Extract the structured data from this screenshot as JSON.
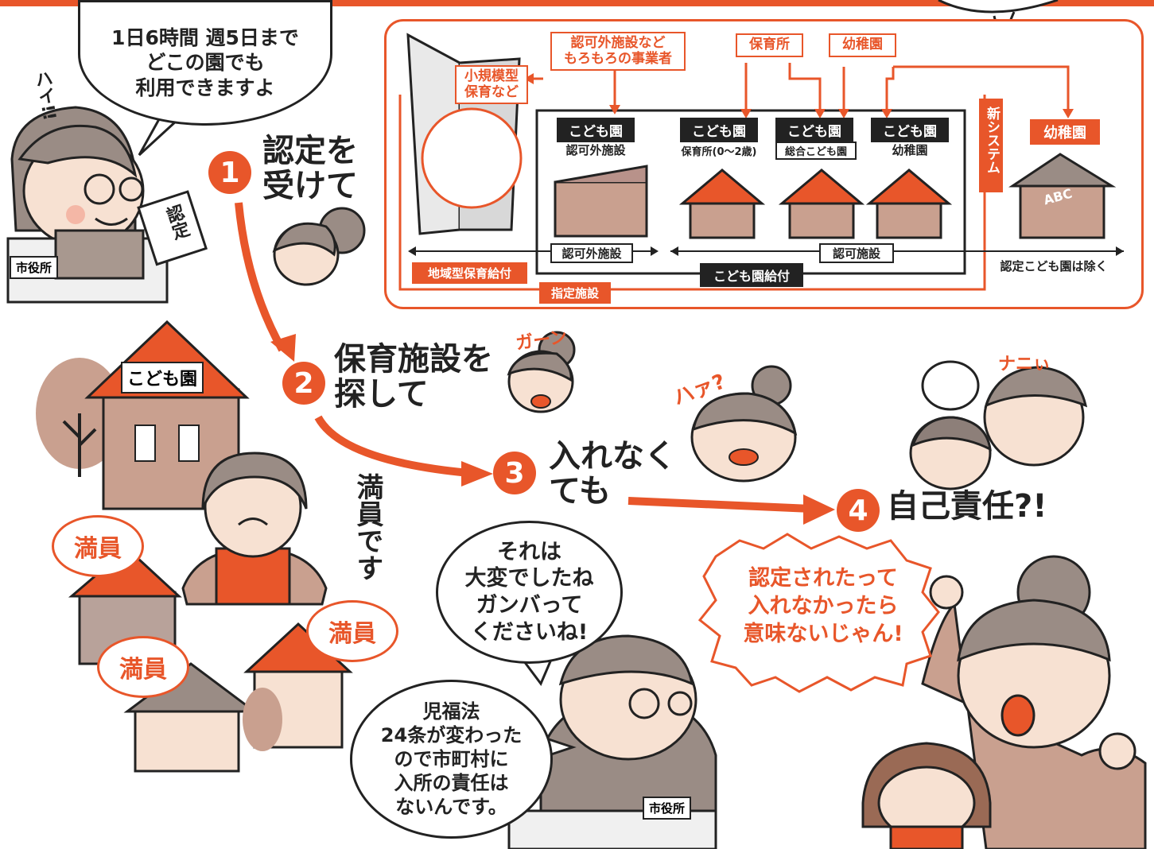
{
  "speech": {
    "top_left": "1日6時間 週5日まで\nどこの園でも\n利用できますよ",
    "hai": "ハイ!!",
    "nintei_doc": "認定",
    "shiyakusho1": "市役所",
    "shiyakusho2": "市役所",
    "manin_desu": "満員です",
    "manin": "満員",
    "sore_wa": "それは\n大変でしたね\nガンバって\nくださいね!",
    "jifukuho": "児福法\n24条が変わった\nので市町村に\n入所の責任は\nないんです。",
    "angry": "認定されたって\n入れなかったら\n意味ないじゃん!",
    "gaan": "ガーン",
    "haa": "ハァ?",
    "nani": "ナニぃ"
  },
  "steps": [
    {
      "num": "1",
      "text": "認定を\n受けて"
    },
    {
      "num": "2",
      "text": "保育施設を\n探して"
    },
    {
      "num": "3",
      "text": "入れなく\nても"
    },
    {
      "num": "4",
      "text": "自己責任?!"
    }
  ],
  "building_sign": "こども園",
  "diagram": {
    "top_labels": {
      "ninkagai": "認可外施設など\nもろもろの事業者",
      "hoikusho": "保育所",
      "youchien": "幼稚園",
      "shoukibo": "小規模型\n保育など"
    },
    "kodomoen_tag": "こども園",
    "facilities": [
      {
        "sub": "認可外施設"
      },
      {
        "sub": "保育所(0〜2歳)"
      },
      {
        "sub": "総合こども園"
      },
      {
        "sub": "幼稚園"
      }
    ],
    "youchien_right": "幼稚園",
    "abc": "ABC",
    "new_system": "新システム",
    "ninkagai_range": "認可外施設",
    "ninka_range": "認可施設",
    "chiiki_kyufu": "地域型保育給付",
    "kodomoen_kyufu": "こども園給付",
    "shitei": "指定施設",
    "excluded": "認定こども園は除く"
  },
  "colors": {
    "accent": "#e8562a",
    "ink": "#222222",
    "house": "#c9a08f",
    "skin": "#f7e1d2"
  }
}
